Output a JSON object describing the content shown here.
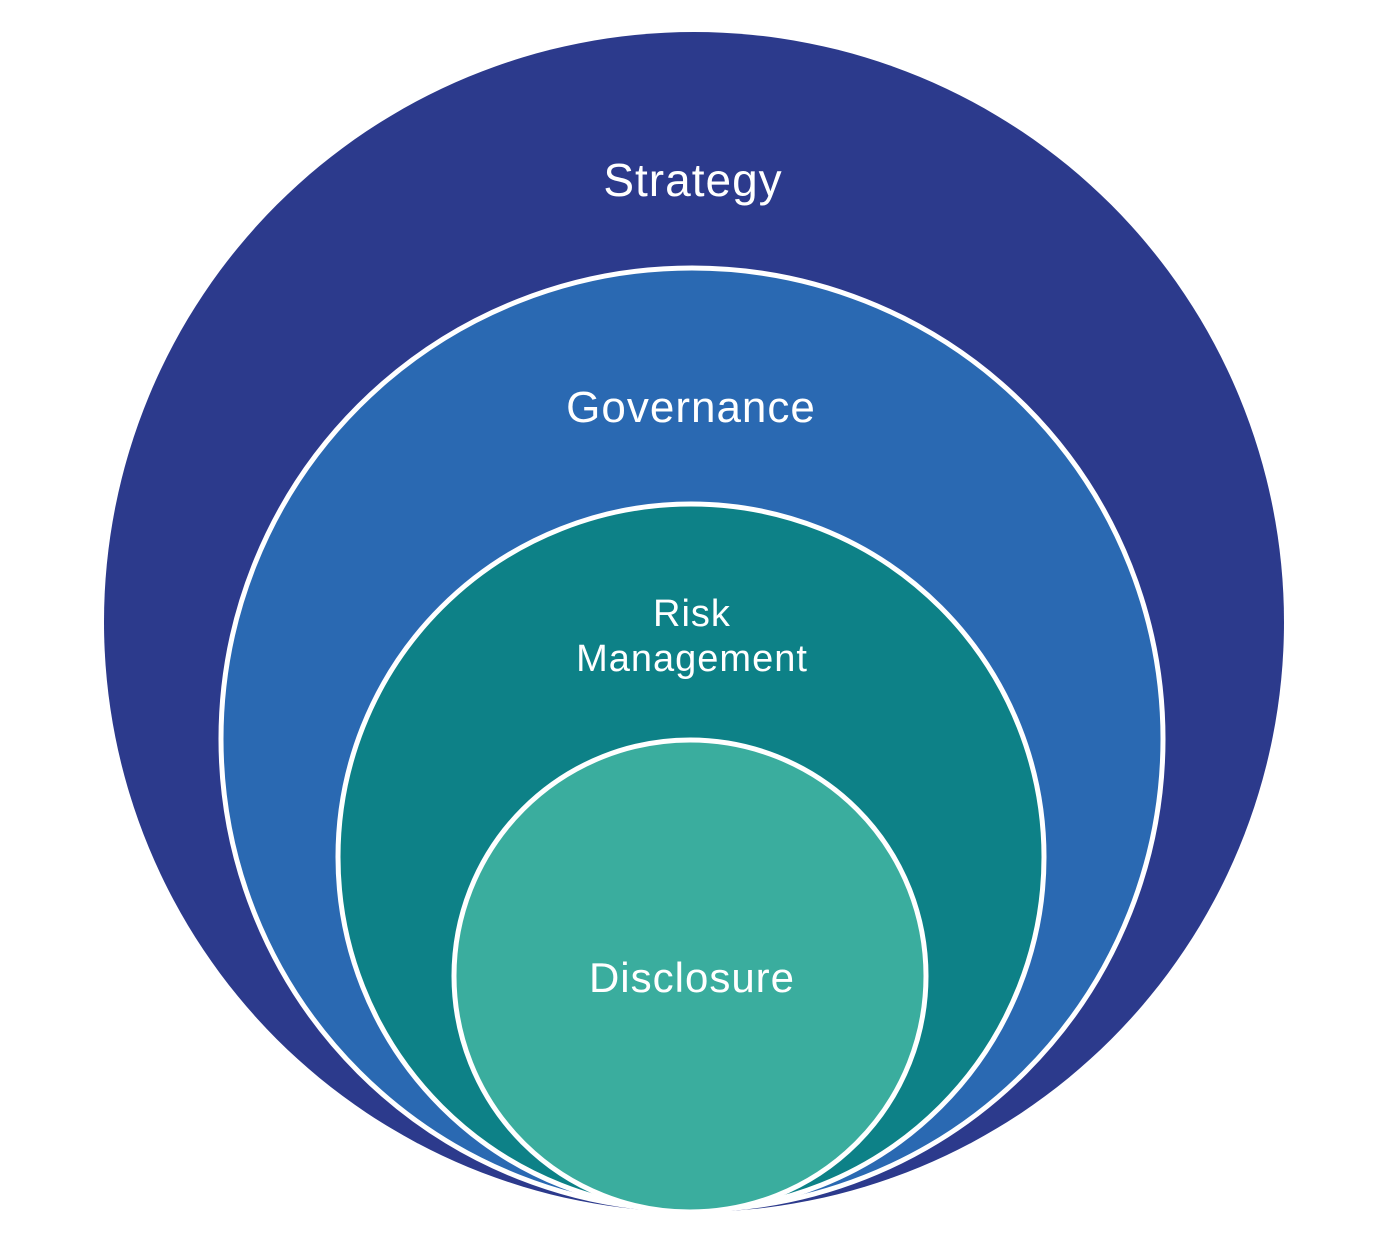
{
  "diagram": {
    "type": "nested-circles",
    "background_color": "#FFFFFF",
    "ring_border_color": "#FFFFFF",
    "label_text_color": "#FFFFFF",
    "rings": [
      {
        "label": "Strategy",
        "color": "#2C3A8C",
        "level": 1
      },
      {
        "label": "Governance",
        "color": "#2A69B2",
        "level": 2
      },
      {
        "label": "Risk Management",
        "color": "#0D8187",
        "level": 3,
        "label_lines": {
          "line1": "Risk",
          "line2": "Management"
        }
      },
      {
        "label": "Disclosure",
        "color": "#3AAD9E",
        "level": 4
      }
    ]
  }
}
